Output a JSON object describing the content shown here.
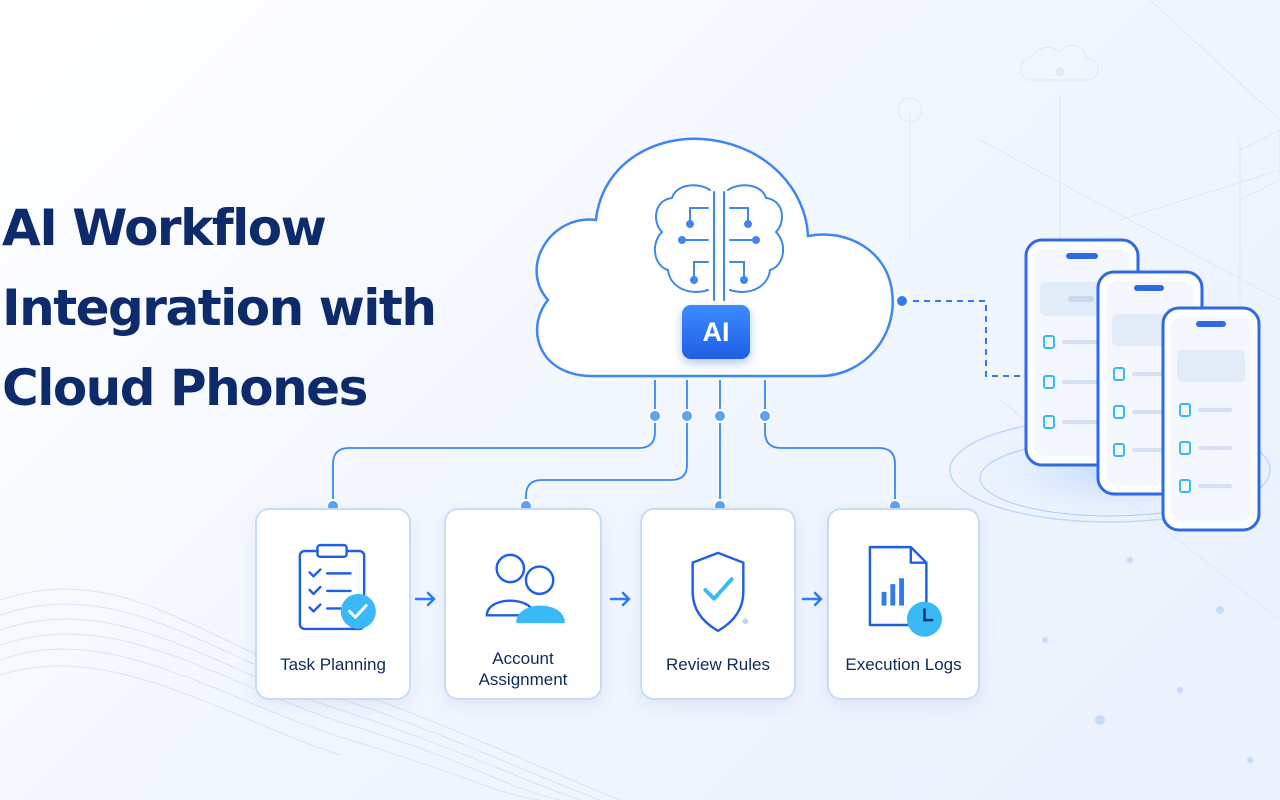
{
  "title": {
    "line1": "AI Workflow",
    "line2": "Integration with",
    "line3": "Cloud Phones"
  },
  "hub": {
    "badge": "AI",
    "icon": "brain-circuit-icon"
  },
  "steps": [
    {
      "label": "Task Planning",
      "icon": "clipboard-checklist-icon"
    },
    {
      "label": "Account Assignment",
      "label_line1": "Account",
      "label_line2": "Assignment",
      "icon": "users-icon"
    },
    {
      "label": "Review Rules",
      "icon": "shield-check-icon"
    },
    {
      "label": "Execution Logs",
      "icon": "report-clock-icon"
    }
  ],
  "colors": {
    "title": "#0d2b6b",
    "accent": "#2f7bf2",
    "accent_light": "#39b9f5",
    "card_border": "#c9dcf5",
    "badge": "#1f5fe6"
  }
}
